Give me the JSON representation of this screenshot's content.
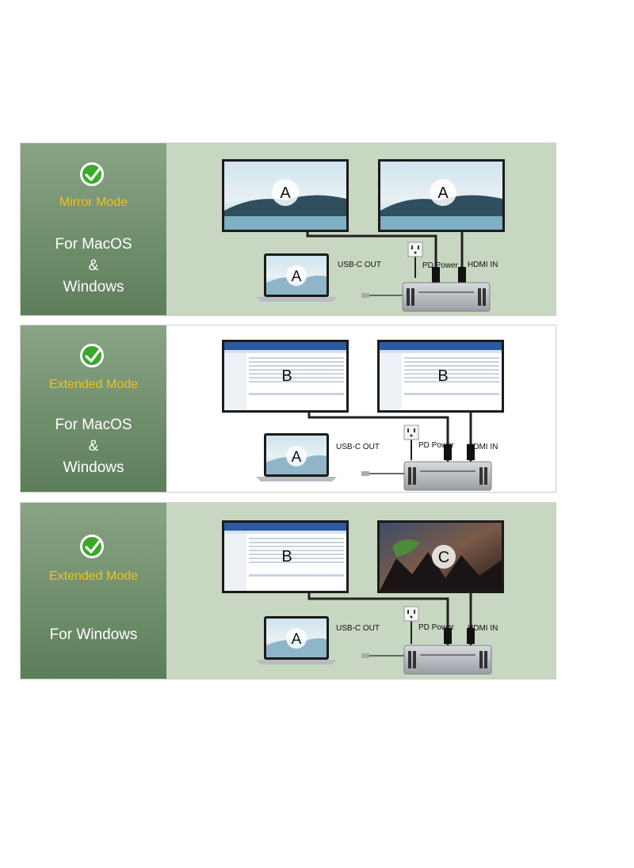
{
  "panels": [
    {
      "mode": "Mirror Mode",
      "os_lines": [
        "For MacOS",
        "&",
        "Windows"
      ],
      "monitor_left": "A",
      "monitor_right": "A",
      "laptop": "A",
      "usb_label": "USB-C OUT",
      "pd_label": "PD Power",
      "hdmi_label": "HDMI IN"
    },
    {
      "mode": "Extended Mode",
      "os_lines": [
        "For MacOS",
        "&",
        "Windows"
      ],
      "monitor_left": "B",
      "monitor_right": "B",
      "laptop": "A",
      "usb_label": "USB-C OUT",
      "pd_label": "PD Power",
      "hdmi_label": "HDMI IN"
    },
    {
      "mode": "Extended Mode",
      "os_lines": [
        "For Windows"
      ],
      "monitor_left": "B",
      "monitor_right": "C",
      "laptop": "A",
      "usb_label": "USB-C OUT",
      "pd_label": "PD Power",
      "hdmi_label": "HDMI IN"
    }
  ],
  "colors": {
    "sidebar": "#708f6c",
    "panel_bg": "#c8d7c1",
    "mode_text": "#f2c21e",
    "check": "#3aa82b"
  },
  "icons": [
    "check-icon",
    "power-outlet-icon",
    "hdmi-plug-icon",
    "usb-c-plug-icon"
  ]
}
